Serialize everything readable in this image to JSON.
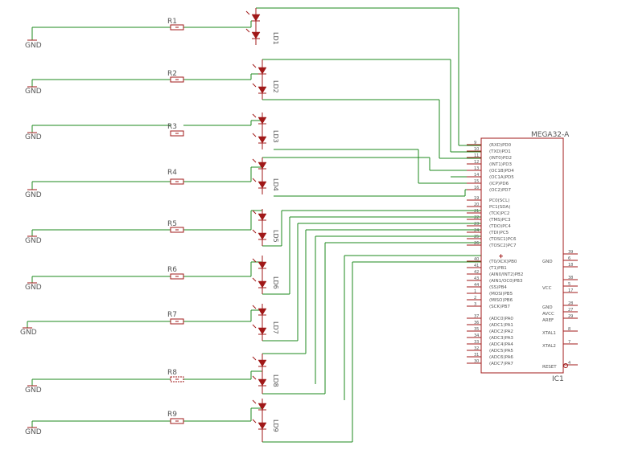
{
  "ground_label": "GND",
  "resistors": [
    "R1",
    "R2",
    "R3",
    "R4",
    "R5",
    "R6",
    "R7",
    "R8",
    "R9"
  ],
  "leds": [
    "LD1",
    "LD2",
    "LD3",
    "LD4",
    "LD5",
    "LD6",
    "LD7",
    "LD8",
    "LD9"
  ],
  "ic": {
    "name": "IC1",
    "part": "MEGA32-A",
    "left_pins": [
      {
        "num": "9",
        "name": "(RXD)PD0"
      },
      {
        "num": "10",
        "name": "(TXD)PD1"
      },
      {
        "num": "11",
        "name": "(INT0)PD2"
      },
      {
        "num": "12",
        "name": "(INT1)PD3"
      },
      {
        "num": "13",
        "name": "(OC1B)PD4"
      },
      {
        "num": "14",
        "name": "(OC1A)PD5"
      },
      {
        "num": "15",
        "name": "(ICP)PD6"
      },
      {
        "num": "16",
        "name": "(OC2)PD7"
      },
      {
        "num": "19",
        "name": "PC0(SCL)"
      },
      {
        "num": "20",
        "name": "PC1(SDA)"
      },
      {
        "num": "21",
        "name": "(TCK)PC2"
      },
      {
        "num": "22",
        "name": "(TMS)PC3"
      },
      {
        "num": "23",
        "name": "(TDO)PC4"
      },
      {
        "num": "24",
        "name": "(TDI)PC5"
      },
      {
        "num": "25",
        "name": "(TOSC1)PC6"
      },
      {
        "num": "26",
        "name": "(TOSC2)PC7"
      },
      {
        "num": "40",
        "name": "(T0/XCK)PB0"
      },
      {
        "num": "41",
        "name": "(T1)PB1"
      },
      {
        "num": "42",
        "name": "(AIN0/INT2)PB2"
      },
      {
        "num": "43",
        "name": "(AIN1/OC0)PB3"
      },
      {
        "num": "44",
        "name": "(SS)PB4"
      },
      {
        "num": "1",
        "name": "(MOSI)PB5"
      },
      {
        "num": "2",
        "name": "(MISO)PB6"
      },
      {
        "num": "3",
        "name": "(SCK)PB7"
      },
      {
        "num": "37",
        "name": "(ADC0)PA0"
      },
      {
        "num": "36",
        "name": "(ADC1)PA1"
      },
      {
        "num": "35",
        "name": "(ADC2)PA2"
      },
      {
        "num": "34",
        "name": "(ADC3)PA3"
      },
      {
        "num": "33",
        "name": "(ADC4)PA4"
      },
      {
        "num": "32",
        "name": "(ADC5)PA5"
      },
      {
        "num": "31",
        "name": "(ADC6)PA6"
      },
      {
        "num": "30",
        "name": "(ADC7)PA7"
      }
    ],
    "right_labels": [
      "GND",
      "VCC",
      "GND",
      "AVCC",
      "AREF",
      "XTAL1",
      "XTAL2",
      "RESET"
    ],
    "right_pin_numbers": [
      "39",
      "6",
      "18",
      "38",
      "5",
      "17",
      "28",
      "27",
      "29",
      "8",
      "7",
      "4"
    ]
  }
}
